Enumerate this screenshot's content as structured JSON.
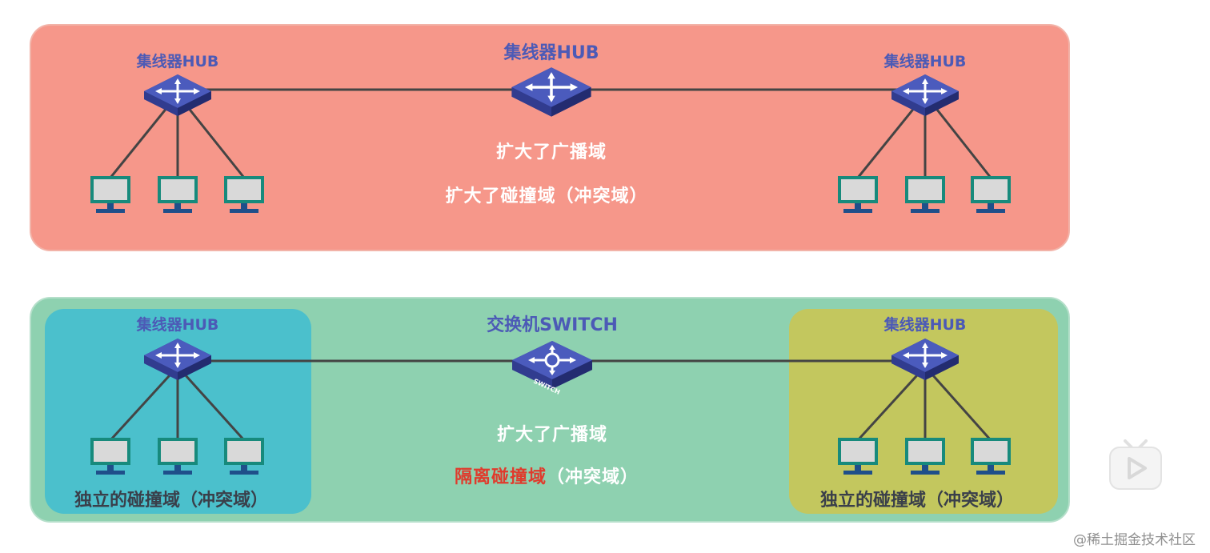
{
  "top_panel": {
    "left_hub_label": "集线器HUB",
    "center_hub_label": "集线器HUB",
    "right_hub_label": "集线器HUB",
    "line1": "扩大了广播域",
    "line2": "扩大了碰撞域（冲突域）"
  },
  "bottom_panel": {
    "left_hub_label": "集线器HUB",
    "switch_label": "交换机SWITCH",
    "switch_face_text": "SWITCH",
    "right_hub_label": "集线器HUB",
    "line1": "扩大了广播域",
    "line2_highlight": "隔离碰撞域",
    "line2_rest": "（冲突域）",
    "left_zone_caption": "独立的碰撞域（冲突域）",
    "right_zone_caption": "独立的碰撞域（冲突域）"
  },
  "watermark": "@稀土掘金技术社区",
  "icons": {
    "hub": "hub-icon",
    "switch": "switch-icon",
    "pc": "computer-icon",
    "play": "play-icon"
  },
  "colors": {
    "top_panel": "#f6978a",
    "bottom_panel": "#8ed1b0",
    "left_zone": "#48bfcd",
    "right_zone": "#c6c65a",
    "device_blue": "#4c5ab6",
    "highlight_red": "#e03a2c"
  }
}
